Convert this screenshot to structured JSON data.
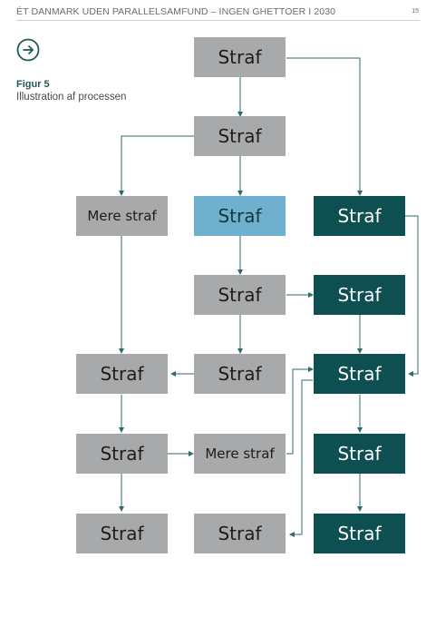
{
  "header": {
    "title": "ÉT DANMARK UDEN PARALLELSAMFUND – INGEN GHETTOER I 2030",
    "page_number": "15"
  },
  "figure": {
    "label": "Figur 5",
    "caption": "Illustration af processen"
  },
  "diagram": {
    "box_top": "Straf",
    "box_2": "Straf",
    "box_mere_1": "Mere straf",
    "box_blue": "Straf",
    "box_teal_1": "Straf",
    "box_gray_mid": "Straf",
    "box_teal_2": "Straf",
    "box_left_row5": "Straf",
    "box_center_row5": "Straf",
    "box_teal_3": "Straf",
    "box_left_row6": "Straf",
    "box_mere_2": "Mere straf",
    "box_teal_4": "Straf",
    "box_left_row7": "Straf",
    "box_center_row7": "Straf",
    "box_teal_5": "Straf"
  },
  "colors": {
    "gray": "#a8a9ab",
    "teal": "#0e4f52",
    "blue": "#6fb0cf",
    "connector": "#2c6a6c"
  },
  "icons": {
    "header_icon": "arrow-right-circle-icon"
  }
}
